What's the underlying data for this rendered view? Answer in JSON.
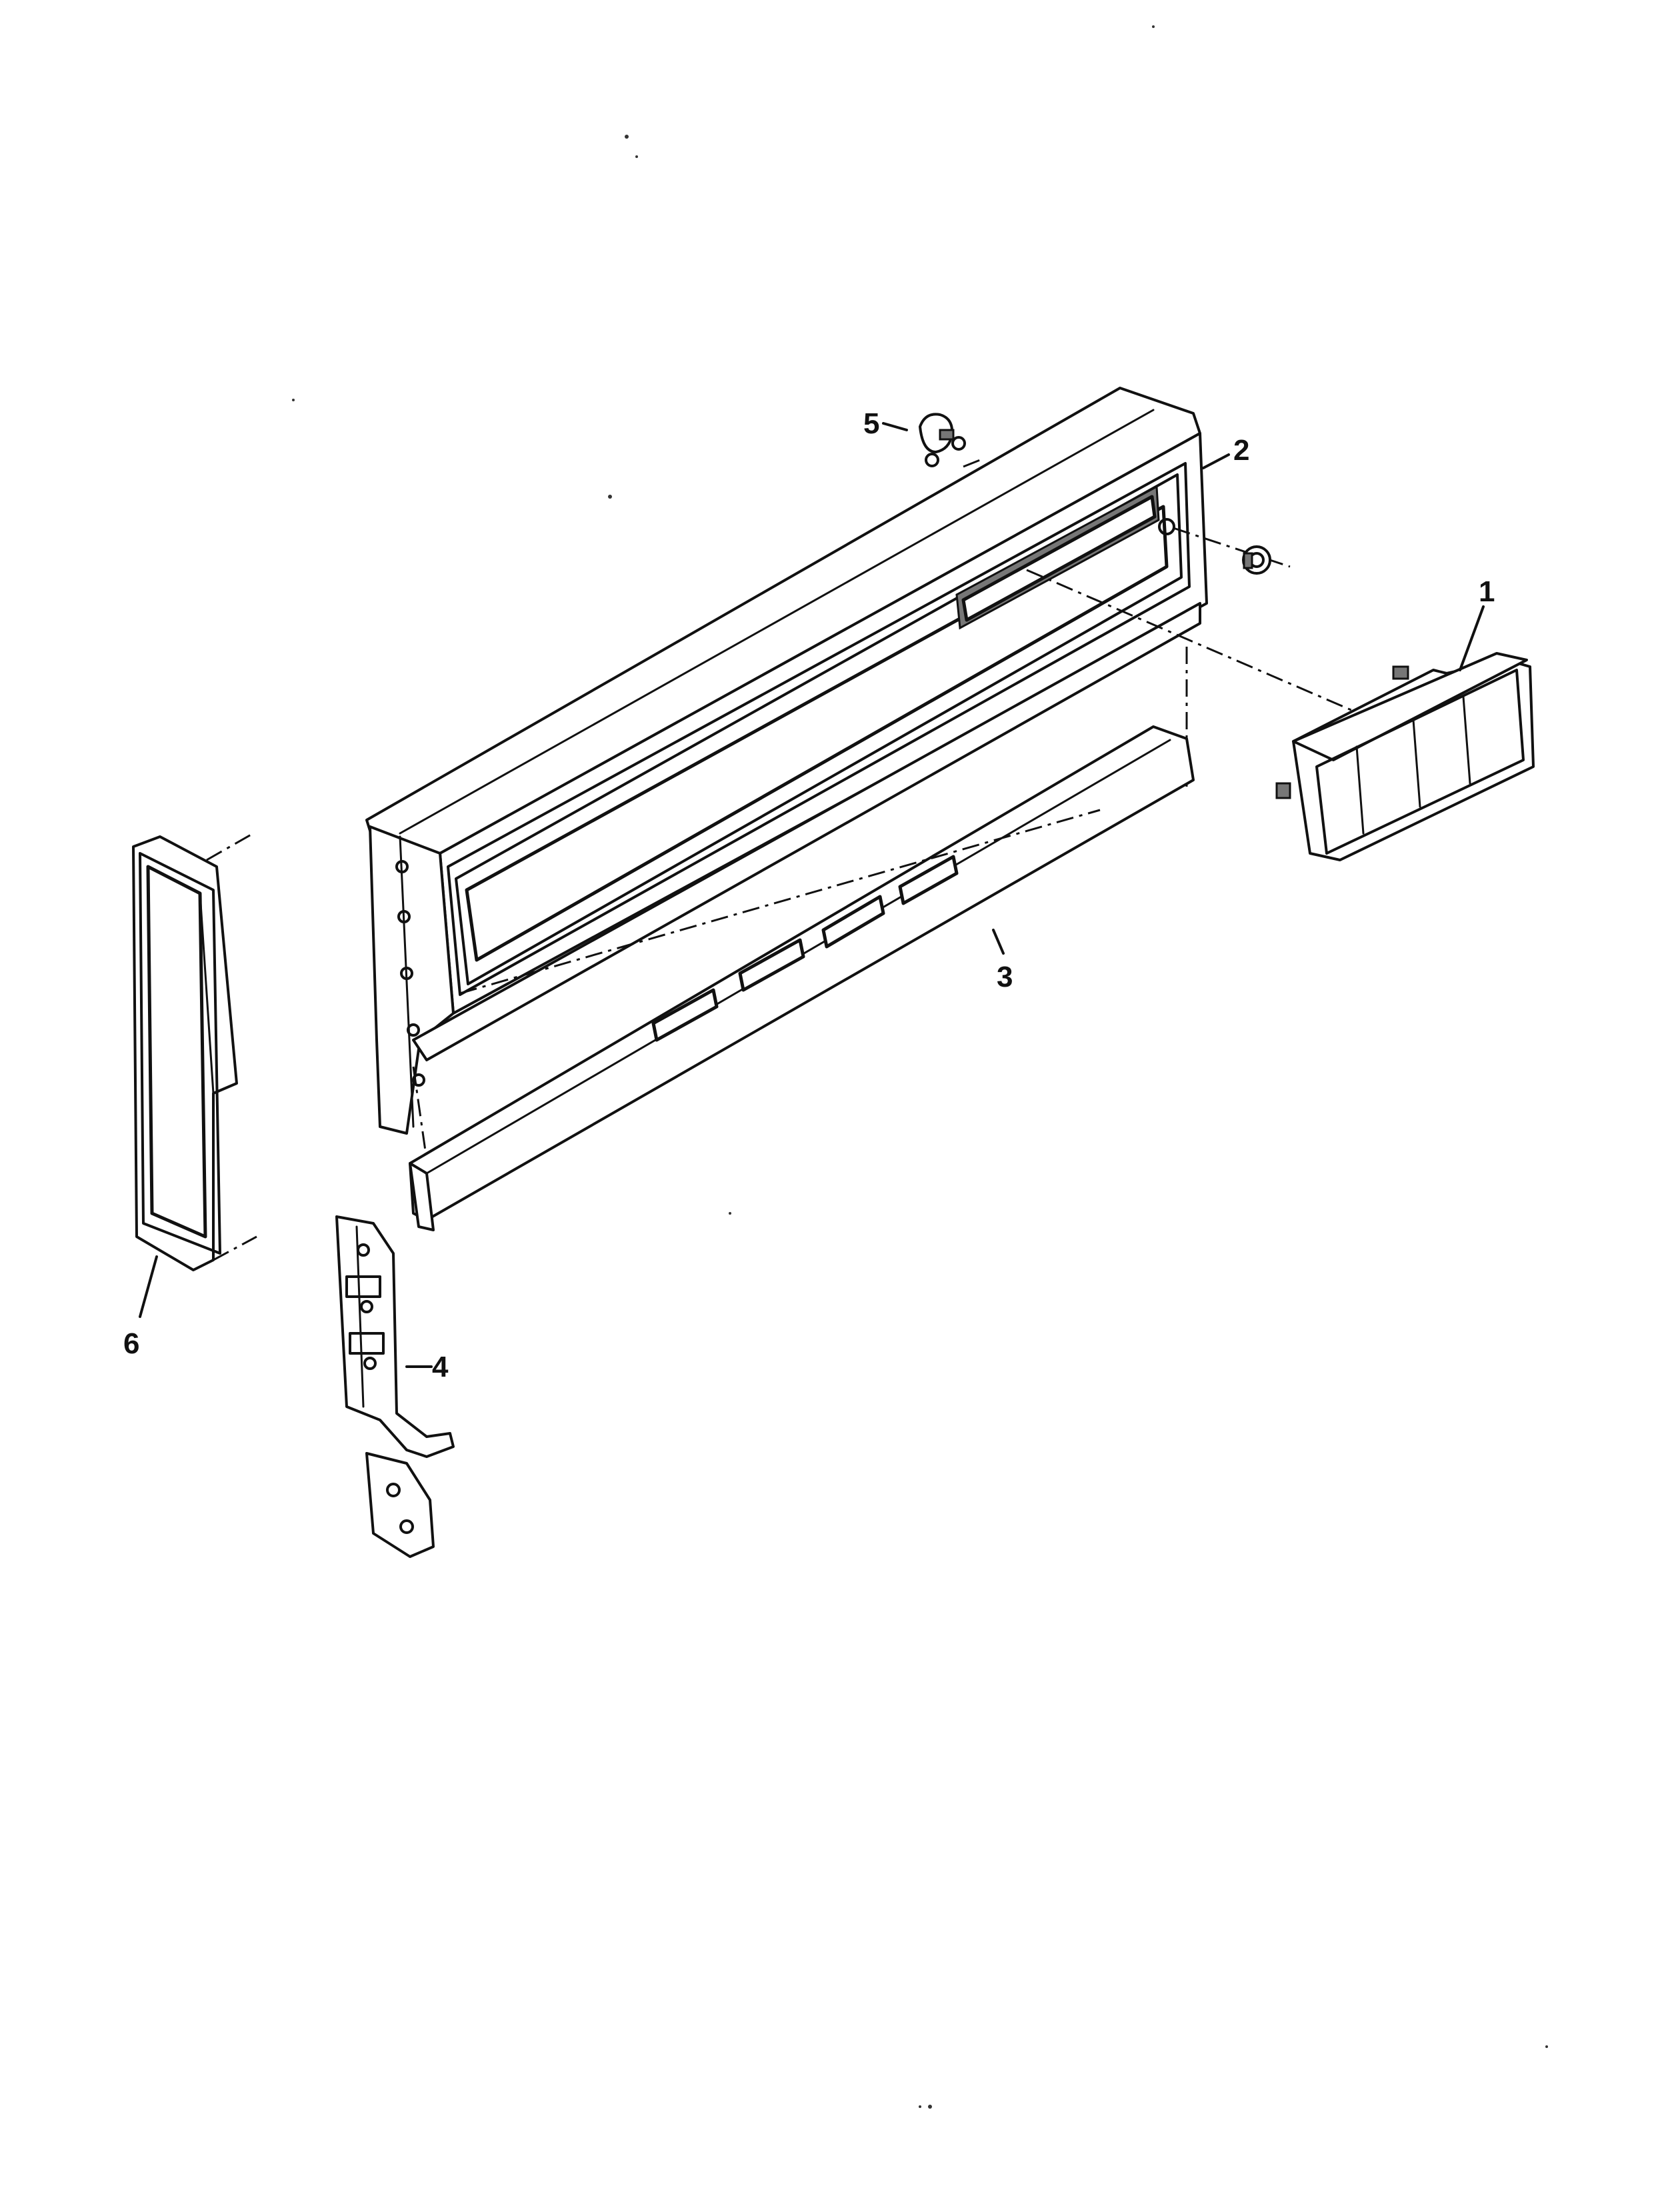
{
  "callouts": [
    {
      "number": "1",
      "part": "control-housing"
    },
    {
      "number": "2",
      "part": "backguard-panel"
    },
    {
      "number": "3",
      "part": "lower-trim-strip"
    },
    {
      "number": "4",
      "part": "end-bracket"
    },
    {
      "number": "5",
      "part": "clip"
    },
    {
      "number": "6",
      "part": "end-cap"
    }
  ],
  "colors": {
    "ink": "#111111",
    "paper": "#ffffff",
    "shade": "#777777"
  }
}
